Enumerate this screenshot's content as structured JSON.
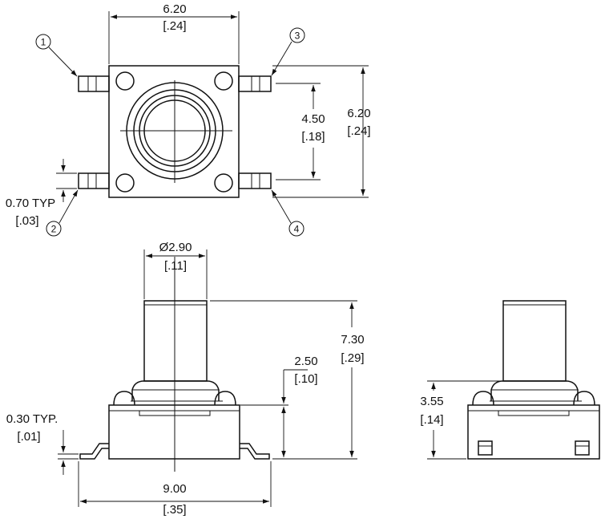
{
  "dimensions": {
    "top_width": {
      "mm": "6.20",
      "in": "[.24]"
    },
    "right_height": {
      "mm": "6.20",
      "in": "[.24]"
    },
    "pin_spacing": {
      "mm": "4.50",
      "in": "[.18]"
    },
    "pin_width": {
      "mm": "0.70 TYP",
      "in": "[.03]"
    },
    "actuator_diameter": {
      "mm": "Ø2.90",
      "in": "[.11]"
    },
    "total_height": {
      "mm": "7.30",
      "in": "[.29]"
    },
    "body_height": {
      "mm": "2.50",
      "in": "[.10]"
    },
    "lead_thickness": {
      "mm": "0.30 TYP.",
      "in": "[.01]"
    },
    "overall_width": {
      "mm": "9.00",
      "in": "[.35]"
    },
    "alt_height": {
      "mm": "3.55",
      "in": "[.14]"
    }
  },
  "pins": [
    {
      "label": "1"
    },
    {
      "label": "2"
    },
    {
      "label": "3"
    },
    {
      "label": "4"
    }
  ]
}
